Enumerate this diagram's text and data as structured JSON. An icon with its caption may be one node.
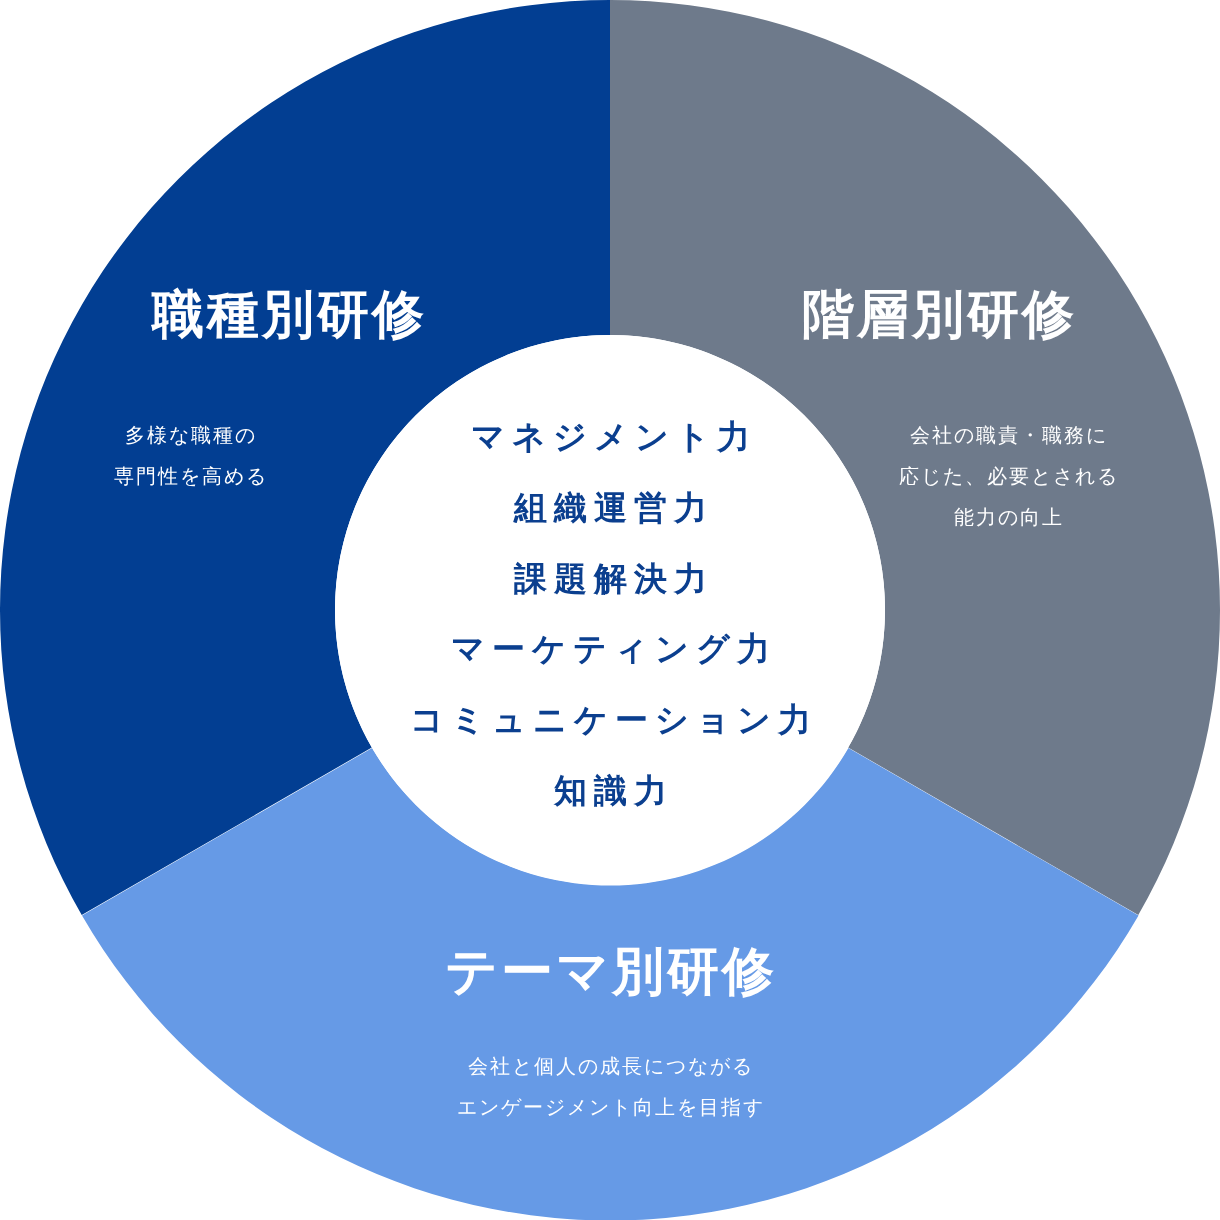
{
  "diagram": {
    "nodes": [
      {
        "text": [
          "職種別研修",
          "多様な職種の専門性を高める"
        ]
      },
      {
        "text": [
          "階層別研修",
          "会社の職責・職務に応じた、必要とされる能力の向上"
        ]
      },
      {
        "text": [
          "マネジメント力",
          "組織運営力",
          "課題解決力",
          "マーケティング力",
          "コミュニケーション力",
          "知識力"
        ]
      },
      {
        "text": [
          "テーマ別研修",
          "会社と個人の成長につながるエンゲージメント向上を目指す"
        ]
      }
    ]
  }
}
